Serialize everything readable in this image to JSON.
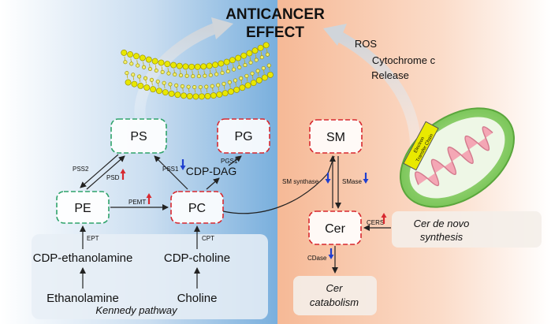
{
  "title": {
    "line1": "ANTICANCER",
    "line2": "EFFECT"
  },
  "mito_outputs": {
    "line1": "ROS",
    "line2": "Cytochrome c",
    "line3": "Release"
  },
  "nodes": {
    "ps": "PS",
    "pg": "PG",
    "pe": "PE",
    "pc": "PC",
    "sm": "SM",
    "cer": "Cer",
    "cdp_dag": "CDP-DAG",
    "cdp_ethanolamine": "CDP-ethanolamine",
    "cdp_choline": "CDP-choline",
    "ethanolamine": "Ethanolamine",
    "choline": "Choline"
  },
  "enzymes": {
    "pss2": "PSS2",
    "psd": "PSD",
    "pss1": "PSS1",
    "pgs1": "PGS1",
    "pemt": "PEMT",
    "ept": "EPT",
    "cpt": "CPT",
    "sm_synthase": "SM synthase",
    "smase": "SMase",
    "cers": "CERS",
    "cdase": "CDase"
  },
  "labels": {
    "kennedy": "Kennedy pathway",
    "cer_denovo_1": "Cer de novo",
    "cer_denovo_2": "synthesis",
    "cer_catab_1": "Cer",
    "cer_catab_2": "catabolism",
    "etc_1": "Electron",
    "etc_2": "Transfer Chain"
  },
  "regulation": {
    "psd": "up",
    "pss1": "down",
    "pemt": "up",
    "sm_synthase": "down",
    "smase": "down",
    "cers": "up",
    "cdase": "down"
  },
  "colors": {
    "left_panel": "#7fb2de",
    "right_panel": "#f6bd9c",
    "green_border": "#2fa36b",
    "red_border": "#d7282f",
    "up_arrow": "#d7282f",
    "down_arrow": "#1f3fcf",
    "membrane": "#e8e800",
    "mito_outer": "#9cd27e",
    "mito_inner": "#f4a7b5"
  }
}
